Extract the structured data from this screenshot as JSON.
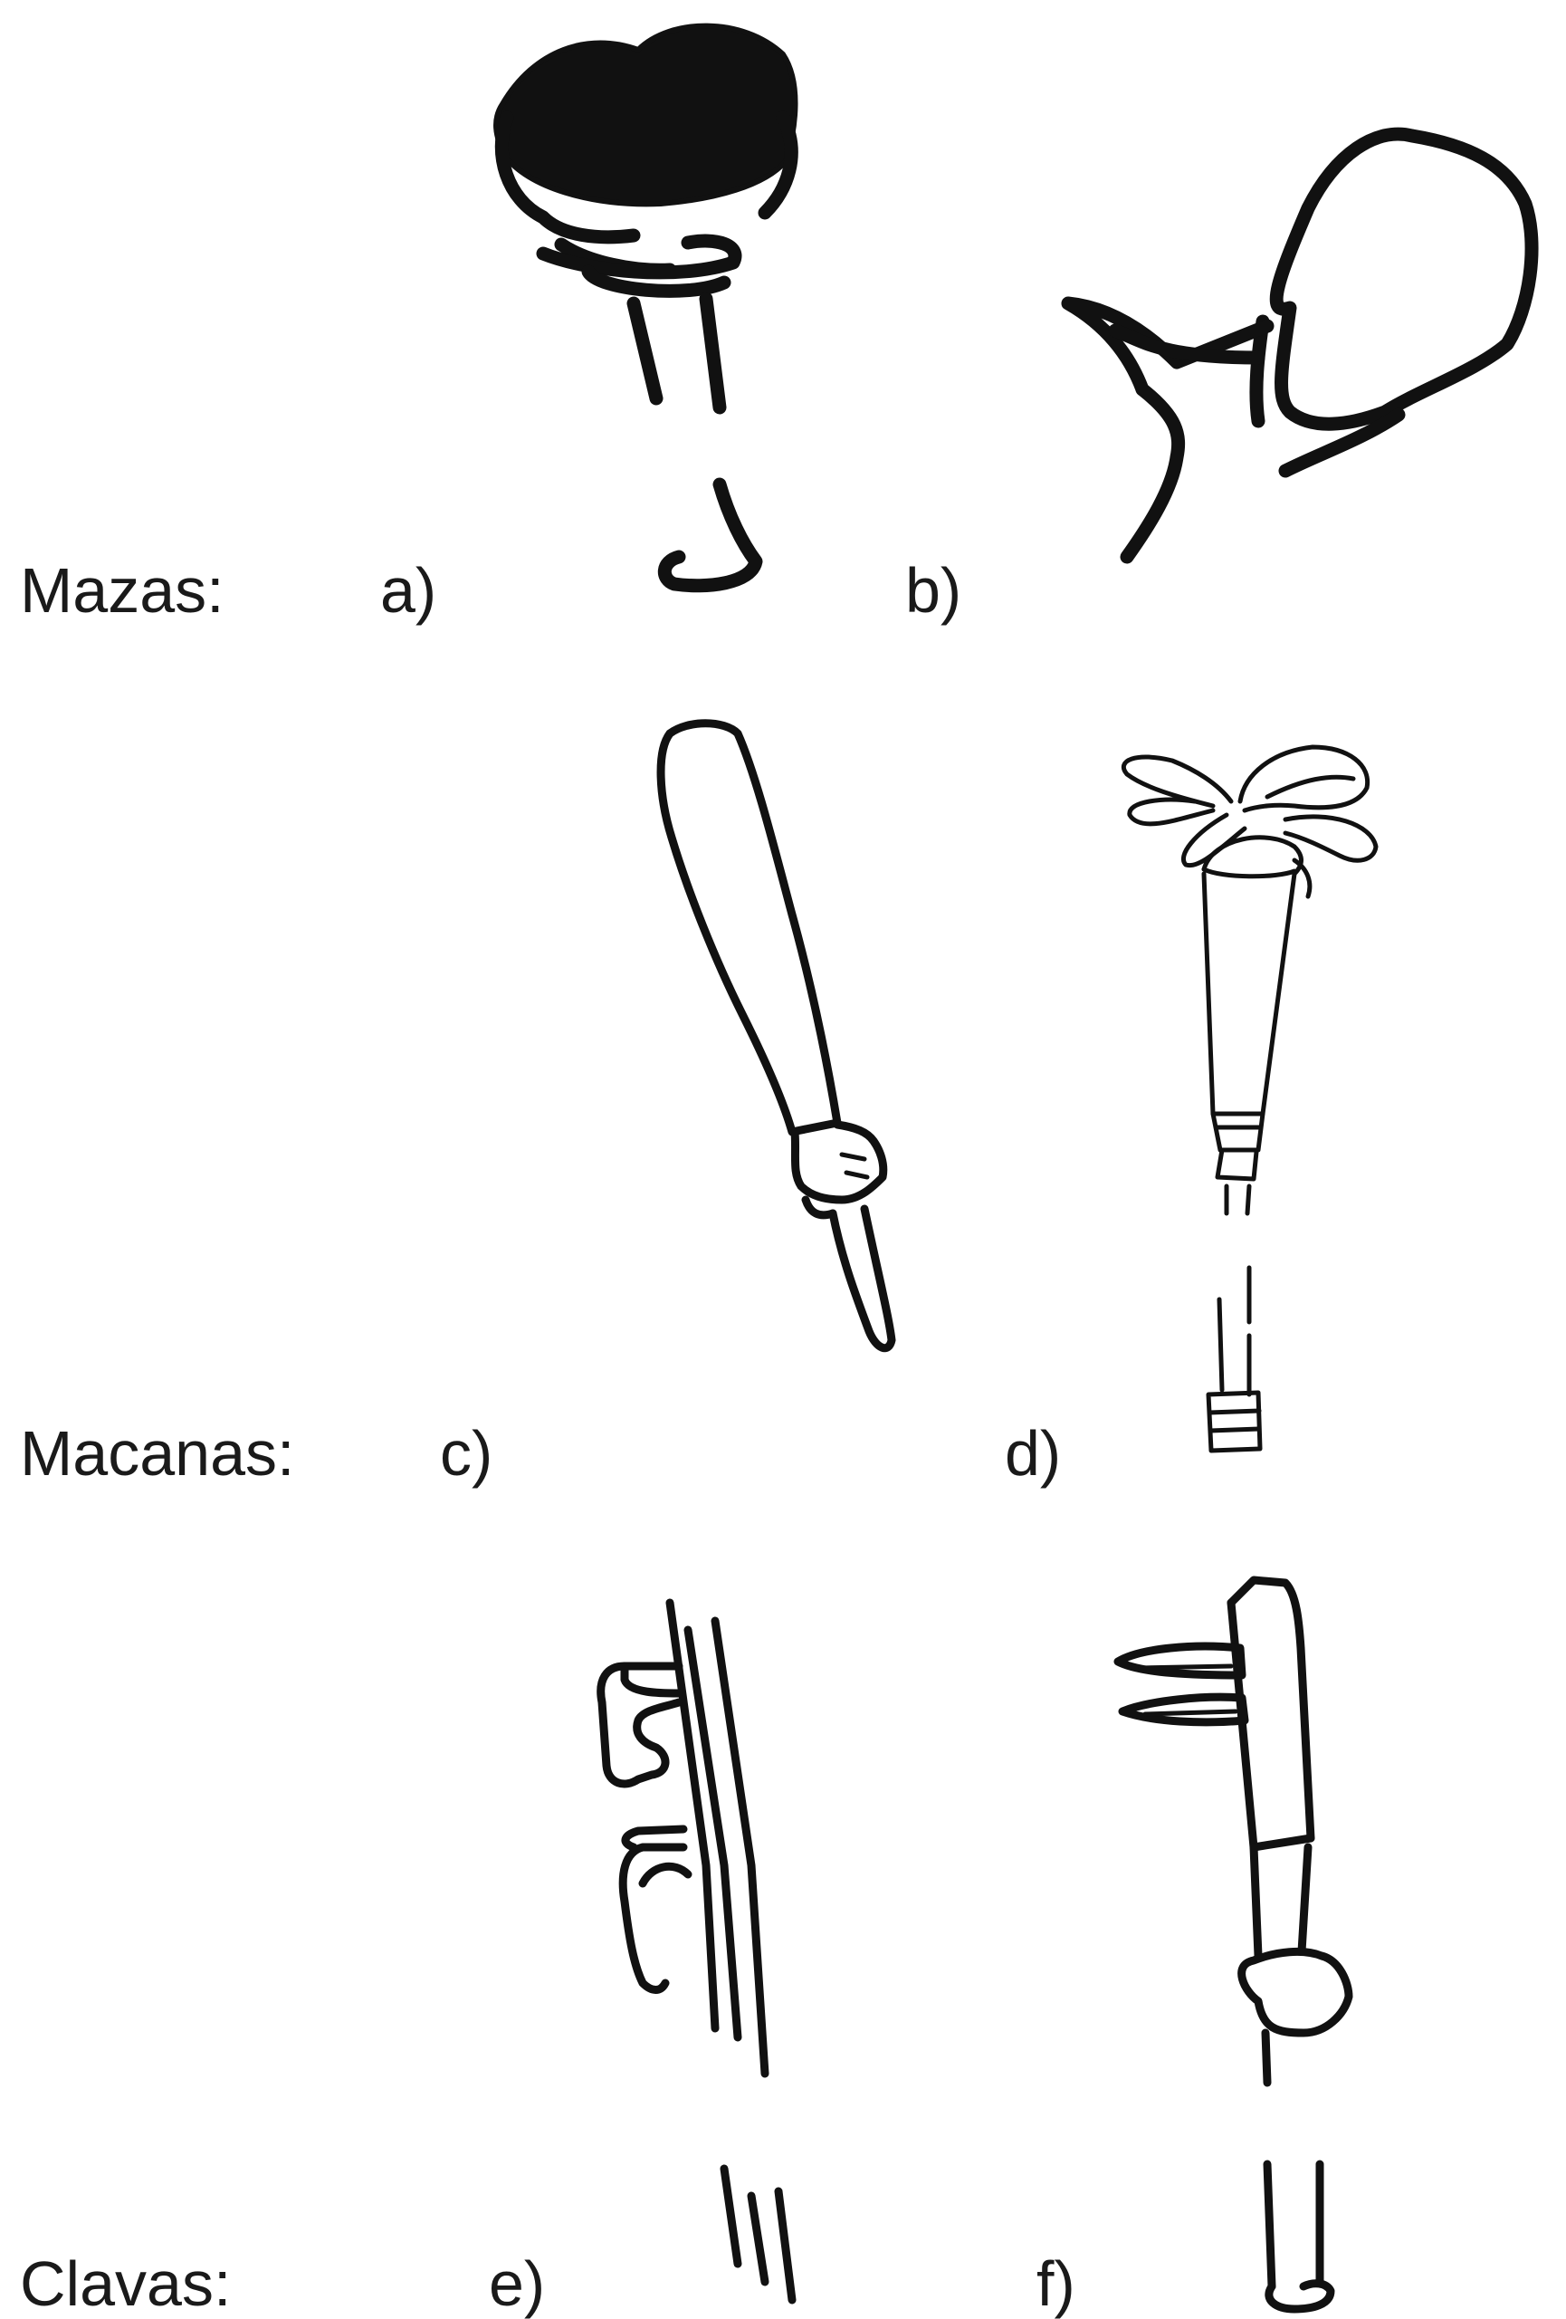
{
  "rows": [
    {
      "label": "Mazas:",
      "items": [
        {
          "label": "a)",
          "icon": "mace-icon"
        },
        {
          "label": "b)",
          "icon": "mace-icon"
        }
      ]
    },
    {
      "label": "Macanas:",
      "items": [
        {
          "label": "c)",
          "icon": "club-icon"
        },
        {
          "label": "d)",
          "icon": "club-icon"
        }
      ]
    },
    {
      "label": "Clavas:",
      "items": [
        {
          "label": "e)",
          "icon": "club-icon"
        },
        {
          "label": "f)",
          "icon": "club-icon"
        }
      ]
    }
  ],
  "colors": {
    "ink": "#111111",
    "background": "#ffffff"
  }
}
